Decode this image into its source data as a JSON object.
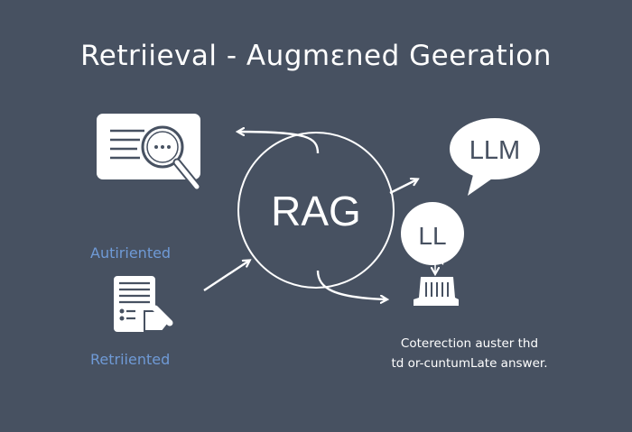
{
  "title": "Retriieval - Augmεned Geeration",
  "center_label": "RAG",
  "left_labels": [
    "Autiriented",
    "Retriiented"
  ],
  "llm_bubble_large": "LLM",
  "llm_bubble_small": "LL",
  "caption": [
    "Coterection auster thd",
    "td or-cuntumLate answer."
  ],
  "colors": {
    "background": "#475161",
    "accent": "#6f9ad6",
    "foreground": "#ffffff"
  }
}
